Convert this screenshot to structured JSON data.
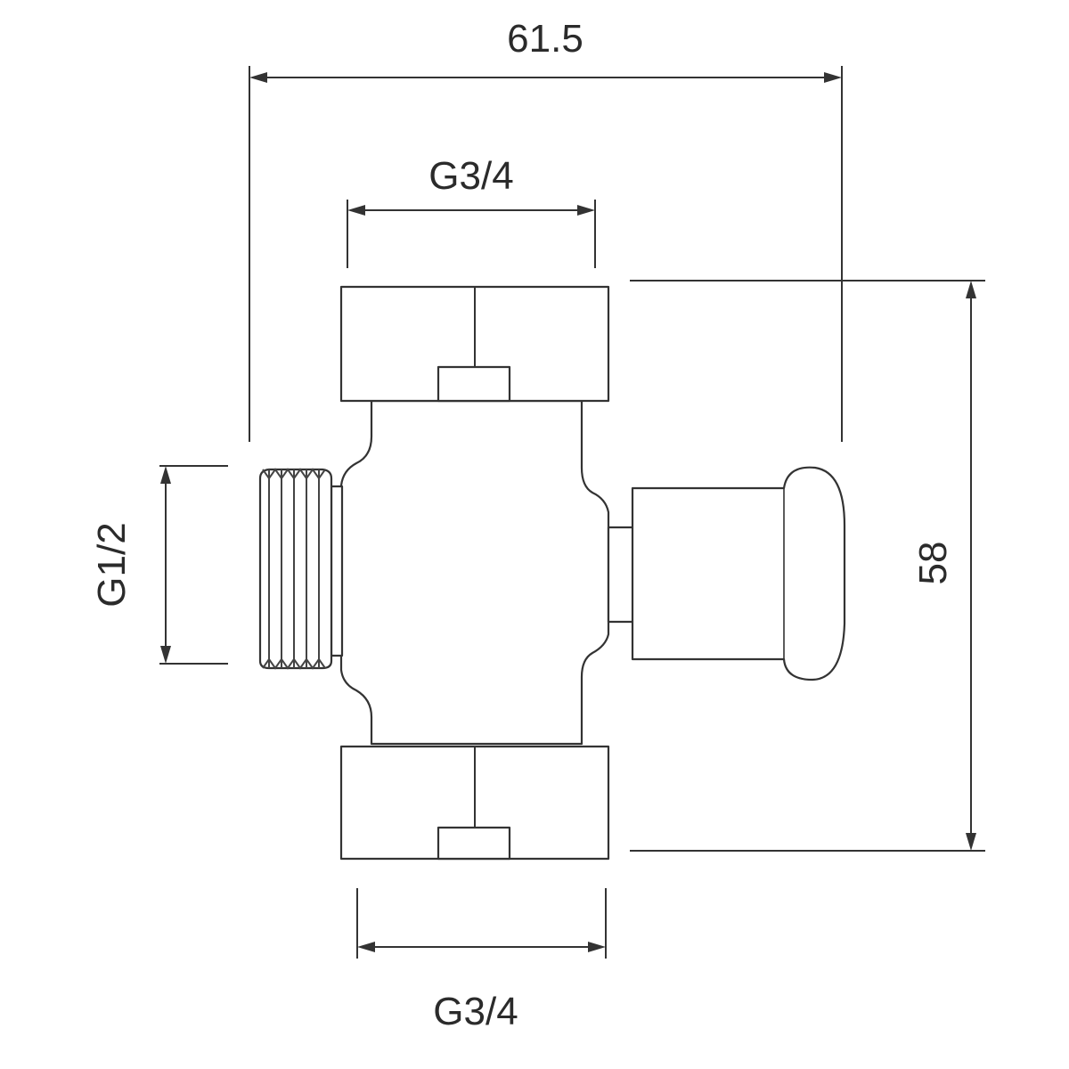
{
  "diagram": {
    "dimensions": {
      "overall_width": "61.5",
      "top_outlet": "G3/4",
      "bottom_outlet": "G3/4",
      "side_inlet": "G1/2",
      "overall_height": "58"
    }
  }
}
